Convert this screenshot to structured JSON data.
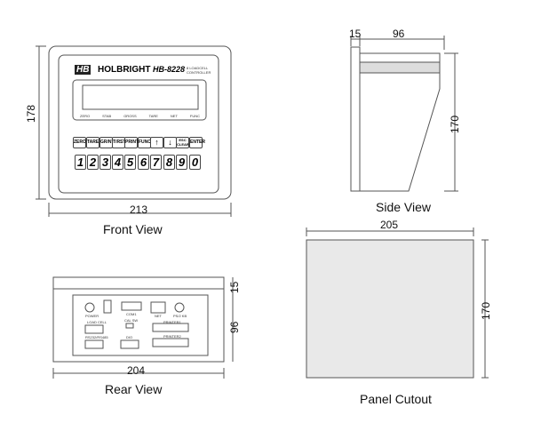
{
  "front_view": {
    "title": "Front View",
    "brand": "HOLBRIGHT",
    "logo": "HB",
    "model": "HB-8228",
    "subtitle": "8 LOADCELL CONTROLLER",
    "indicators": [
      "ZERO",
      "STAB",
      "GROSS",
      "TARE",
      "NET",
      "FUNC"
    ],
    "function_keys": [
      "ZERO",
      "TARE",
      "GR/NT",
      "T/RST",
      "PRINT",
      "FUNC",
      "↑",
      "↓",
      "ESC CLEAR",
      "ENTER"
    ],
    "number_keys": [
      "1",
      "2",
      "3",
      "4",
      "5",
      "6",
      "7",
      "8",
      "9",
      "0"
    ],
    "width_dim": "213",
    "height_dim": "178"
  },
  "side_view": {
    "title": "Side View",
    "depth_front": "15",
    "depth_body": "96",
    "height_dim": "170"
  },
  "rear_view": {
    "title": "Rear View",
    "ports": [
      "POWER",
      "COM1",
      "NET",
      "PS/2 KB",
      "LOAD CELL",
      "CAL SW",
      "PRINTER1",
      "RS232/RS485",
      "DIO",
      "PRINTER2"
    ],
    "width_dim": "204",
    "height_dim": "96",
    "top_dim": "15"
  },
  "panel_cutout": {
    "title": "Panel Cutout",
    "width_dim": "205",
    "height_dim": "170"
  }
}
